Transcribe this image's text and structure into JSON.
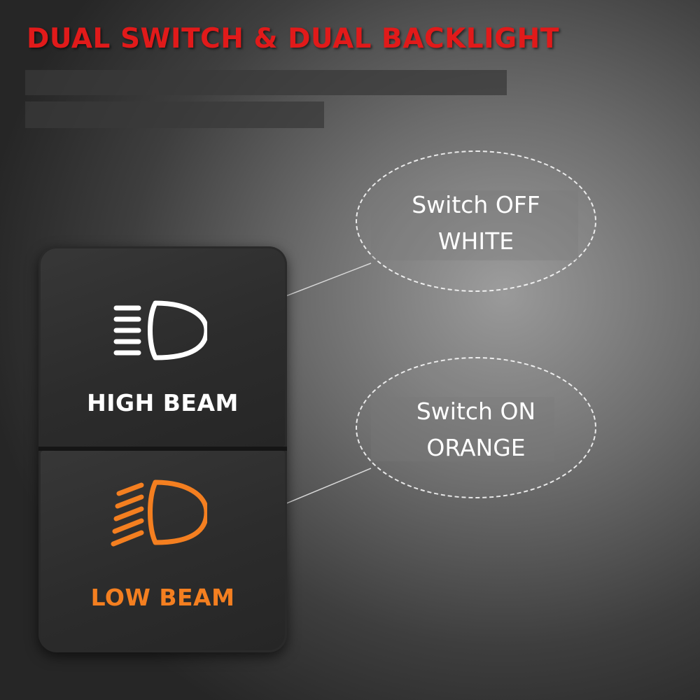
{
  "headline": "DUAL SWITCH & DUAL BACKLIGHT",
  "callouts": {
    "off": {
      "line1": "Switch OFF",
      "line2": "WHITE"
    },
    "on": {
      "line1": "Switch ON",
      "line2": "ORANGE"
    }
  },
  "switch": {
    "upper": {
      "label": "HIGH BEAM",
      "icon": "high-beam-headlight-icon",
      "color": "#ffffff"
    },
    "lower": {
      "label": "LOW BEAM",
      "icon": "low-beam-headlight-icon",
      "color": "#f47f20"
    }
  },
  "colors": {
    "headline": "#e11a1a",
    "background": "#5a5a5a"
  }
}
